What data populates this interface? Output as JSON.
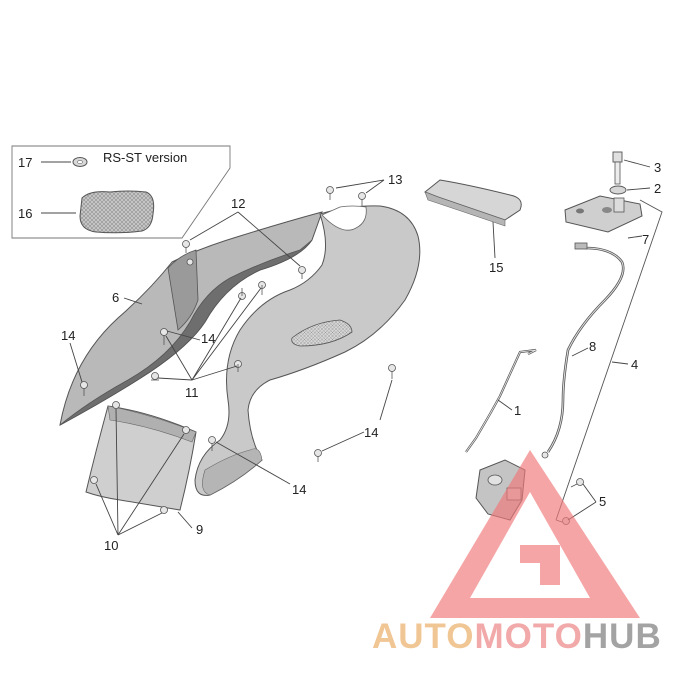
{
  "inset": {
    "title": "RS-ST version"
  },
  "callouts": [
    {
      "id": "c1",
      "label": "1"
    },
    {
      "id": "c2",
      "label": "2"
    },
    {
      "id": "c3",
      "label": "3"
    },
    {
      "id": "c4",
      "label": "4"
    },
    {
      "id": "c5",
      "label": "5"
    },
    {
      "id": "c6",
      "label": "6"
    },
    {
      "id": "c7",
      "label": "7"
    },
    {
      "id": "c8",
      "label": "8"
    },
    {
      "id": "c9",
      "label": "9"
    },
    {
      "id": "c10",
      "label": "10"
    },
    {
      "id": "c11",
      "label": "11"
    },
    {
      "id": "c12",
      "label": "12"
    },
    {
      "id": "c13",
      "label": "13"
    },
    {
      "id": "c14a",
      "label": "14"
    },
    {
      "id": "c14b",
      "label": "14"
    },
    {
      "id": "c14c",
      "label": "14"
    },
    {
      "id": "c14d",
      "label": "14"
    },
    {
      "id": "c15",
      "label": "15"
    },
    {
      "id": "c16",
      "label": "16"
    },
    {
      "id": "c17",
      "label": "17"
    }
  ],
  "watermark": {
    "part_auto": "AUTO",
    "part_moto": "MOTO",
    "part_hub": "HUB",
    "color_auto": "#f0c08a",
    "color_moto": "#f0a0a0",
    "color_hub": "#9a9a9a",
    "triangle_color": "#f07878"
  }
}
